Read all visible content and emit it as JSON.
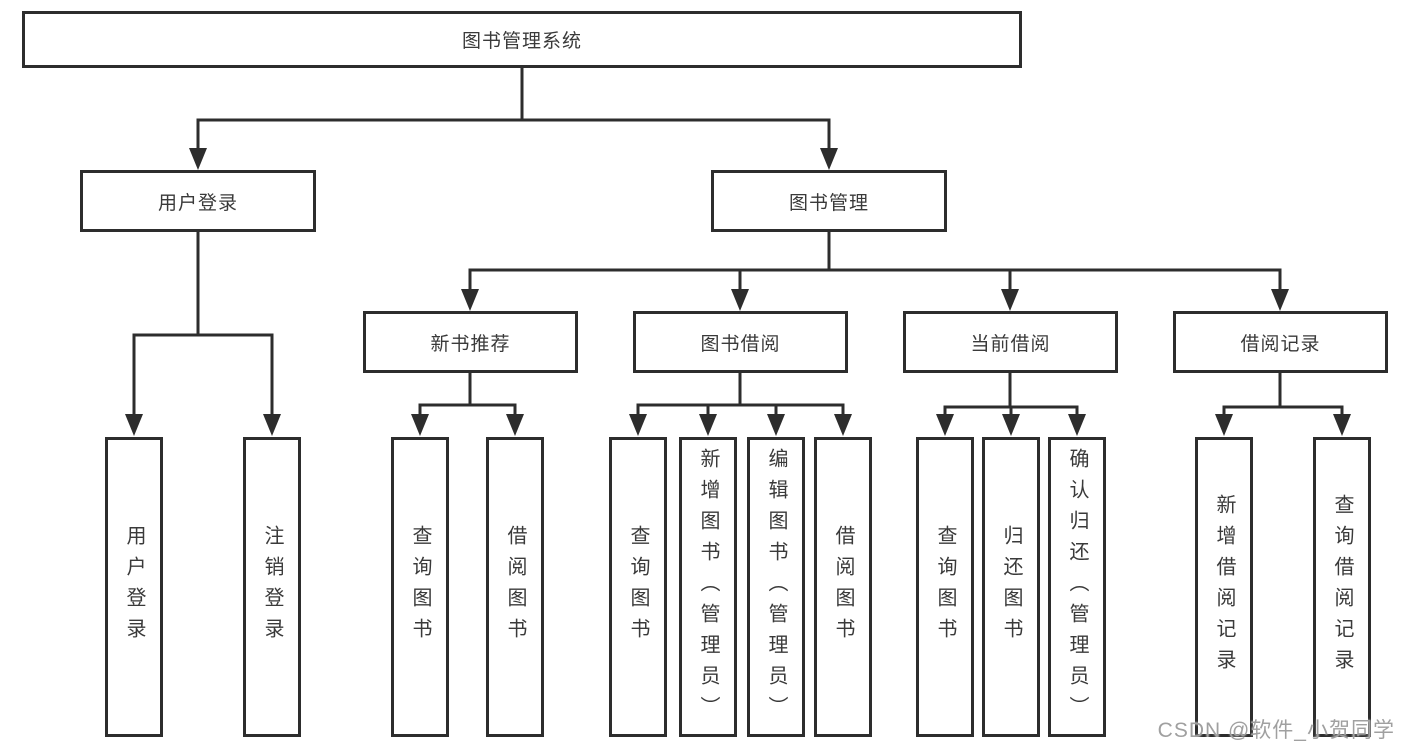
{
  "diagram": {
    "type": "hierarchy-tree",
    "title_node": "图书管理系统"
  },
  "tree": {
    "label": "图书管理系统",
    "children": [
      {
        "label": "用户登录",
        "children": [
          {
            "label": "用户登录"
          },
          {
            "label": "注销登录"
          }
        ]
      },
      {
        "label": "图书管理",
        "children": [
          {
            "label": "新书推荐",
            "children": [
              {
                "label": "查询图书"
              },
              {
                "label": "借阅图书"
              }
            ]
          },
          {
            "label": "图书借阅",
            "children": [
              {
                "label": "查询图书"
              },
              {
                "label": "新增图书（管理员）"
              },
              {
                "label": "编辑图书（管理员）"
              },
              {
                "label": "借阅图书"
              }
            ]
          },
          {
            "label": "当前借阅",
            "children": [
              {
                "label": "查询图书"
              },
              {
                "label": "归还图书"
              },
              {
                "label": "确认归还（管理员）"
              }
            ]
          },
          {
            "label": "借阅记录",
            "children": [
              {
                "label": "新增借阅记录"
              },
              {
                "label": "查询借阅记录"
              }
            ]
          }
        ]
      }
    ]
  },
  "watermark": "CSDN @软件_小贺同学",
  "colors": {
    "line": "#2d2d2d",
    "text": "#3a3a3a",
    "background": "#ffffff",
    "watermark_gray": "#a0a0a0"
  }
}
